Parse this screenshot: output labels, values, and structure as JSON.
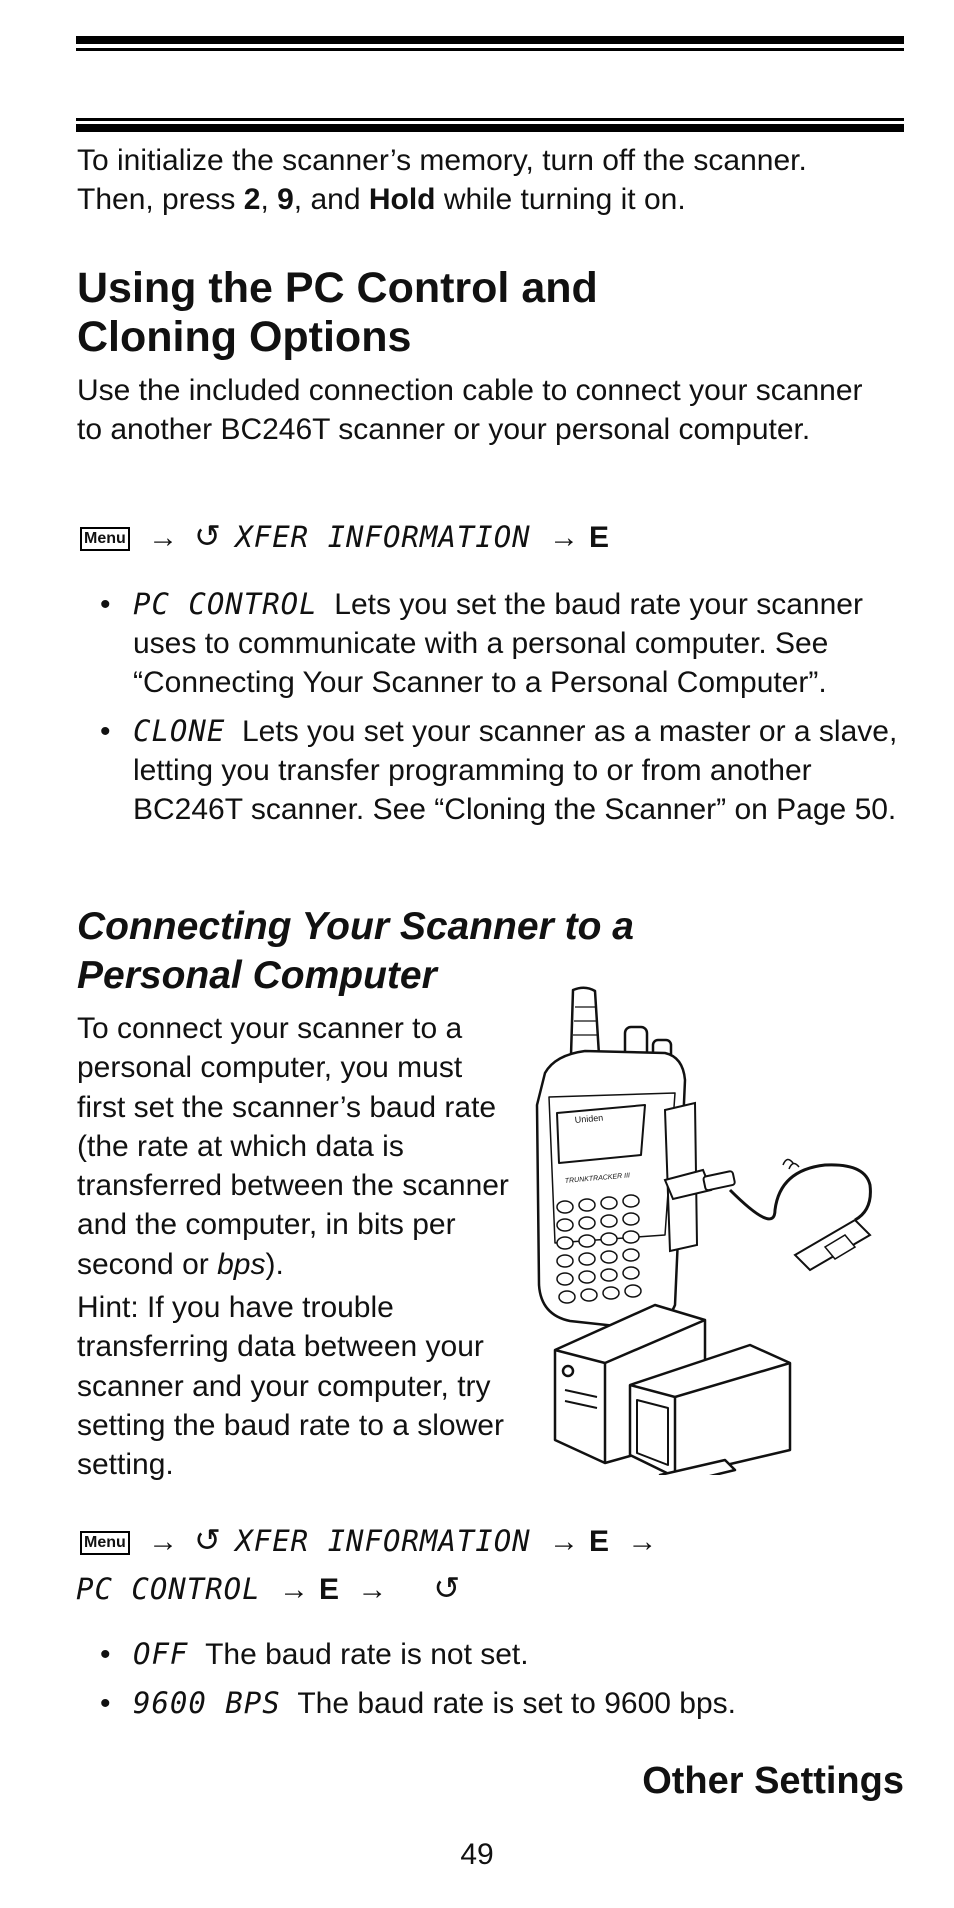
{
  "intro": {
    "line1": "To initialize the scanner’s memory, turn off the scanner.",
    "line2_a": "Then, press ",
    "key_2": "2",
    "sep1": ", ",
    "key_9": "9",
    "sep2": ", and ",
    "key_hold": "Hold",
    "line2_b": " while turning it on."
  },
  "section1": {
    "title_line1": "Using the PC Control and",
    "title_line2": "Cloning Options",
    "body": "Use the included connection cable to connect your scanner to another BC246T scanner or your personal computer.",
    "nav": {
      "menu": "Menu",
      "arrow": "→",
      "cycle": "↺",
      "lcd": "XFER INFORMATION",
      "e": "E"
    },
    "bullets": [
      {
        "dot": "•",
        "lcd": "PC CONTROL",
        "text": "Lets you set the baud rate your scanner uses to communicate with a personal computer. See “Connecting Your Scanner to a Personal Computer”."
      },
      {
        "dot": "•",
        "lcd": "CLONE",
        "text": "Lets you set your scanner as a master or a slave, letting you transfer programming to or from another BC246T scanner. See “Cloning the Scanner” on Page 50."
      }
    ]
  },
  "section2": {
    "title_line1": "Connecting Your Scanner to a",
    "title_line2": "Personal Computer",
    "para1_a": "To connect your scanner to a personal computer, you must first set the scanner’s baud rate (the rate at which data is transferred between the scanner and the computer, in bits per second or ",
    "para1_em": "bps",
    "para1_b": ").",
    "para2": "Hint: If you have trouble transferring data between your scanner and your computer, try setting the baud rate to a slower setting.",
    "figure": {
      "scanner_brand": "Uniden",
      "scanner_model": "TRUNKTRACKER III"
    },
    "nav": {
      "menu": "Menu",
      "arrow": "→",
      "cycle": "↺",
      "lcd1": "XFER INFORMATION",
      "e": "E",
      "lcd2": "PC CONTROL"
    },
    "options": [
      {
        "dot": "•",
        "lcd": "OFF",
        "text": "The baud rate is not set."
      },
      {
        "dot": "•",
        "lcd": "9600 BPS",
        "text": "The baud rate is set to 9600 bps."
      }
    ]
  },
  "footer": {
    "section_title": "Other Settings",
    "page_number": "49"
  }
}
